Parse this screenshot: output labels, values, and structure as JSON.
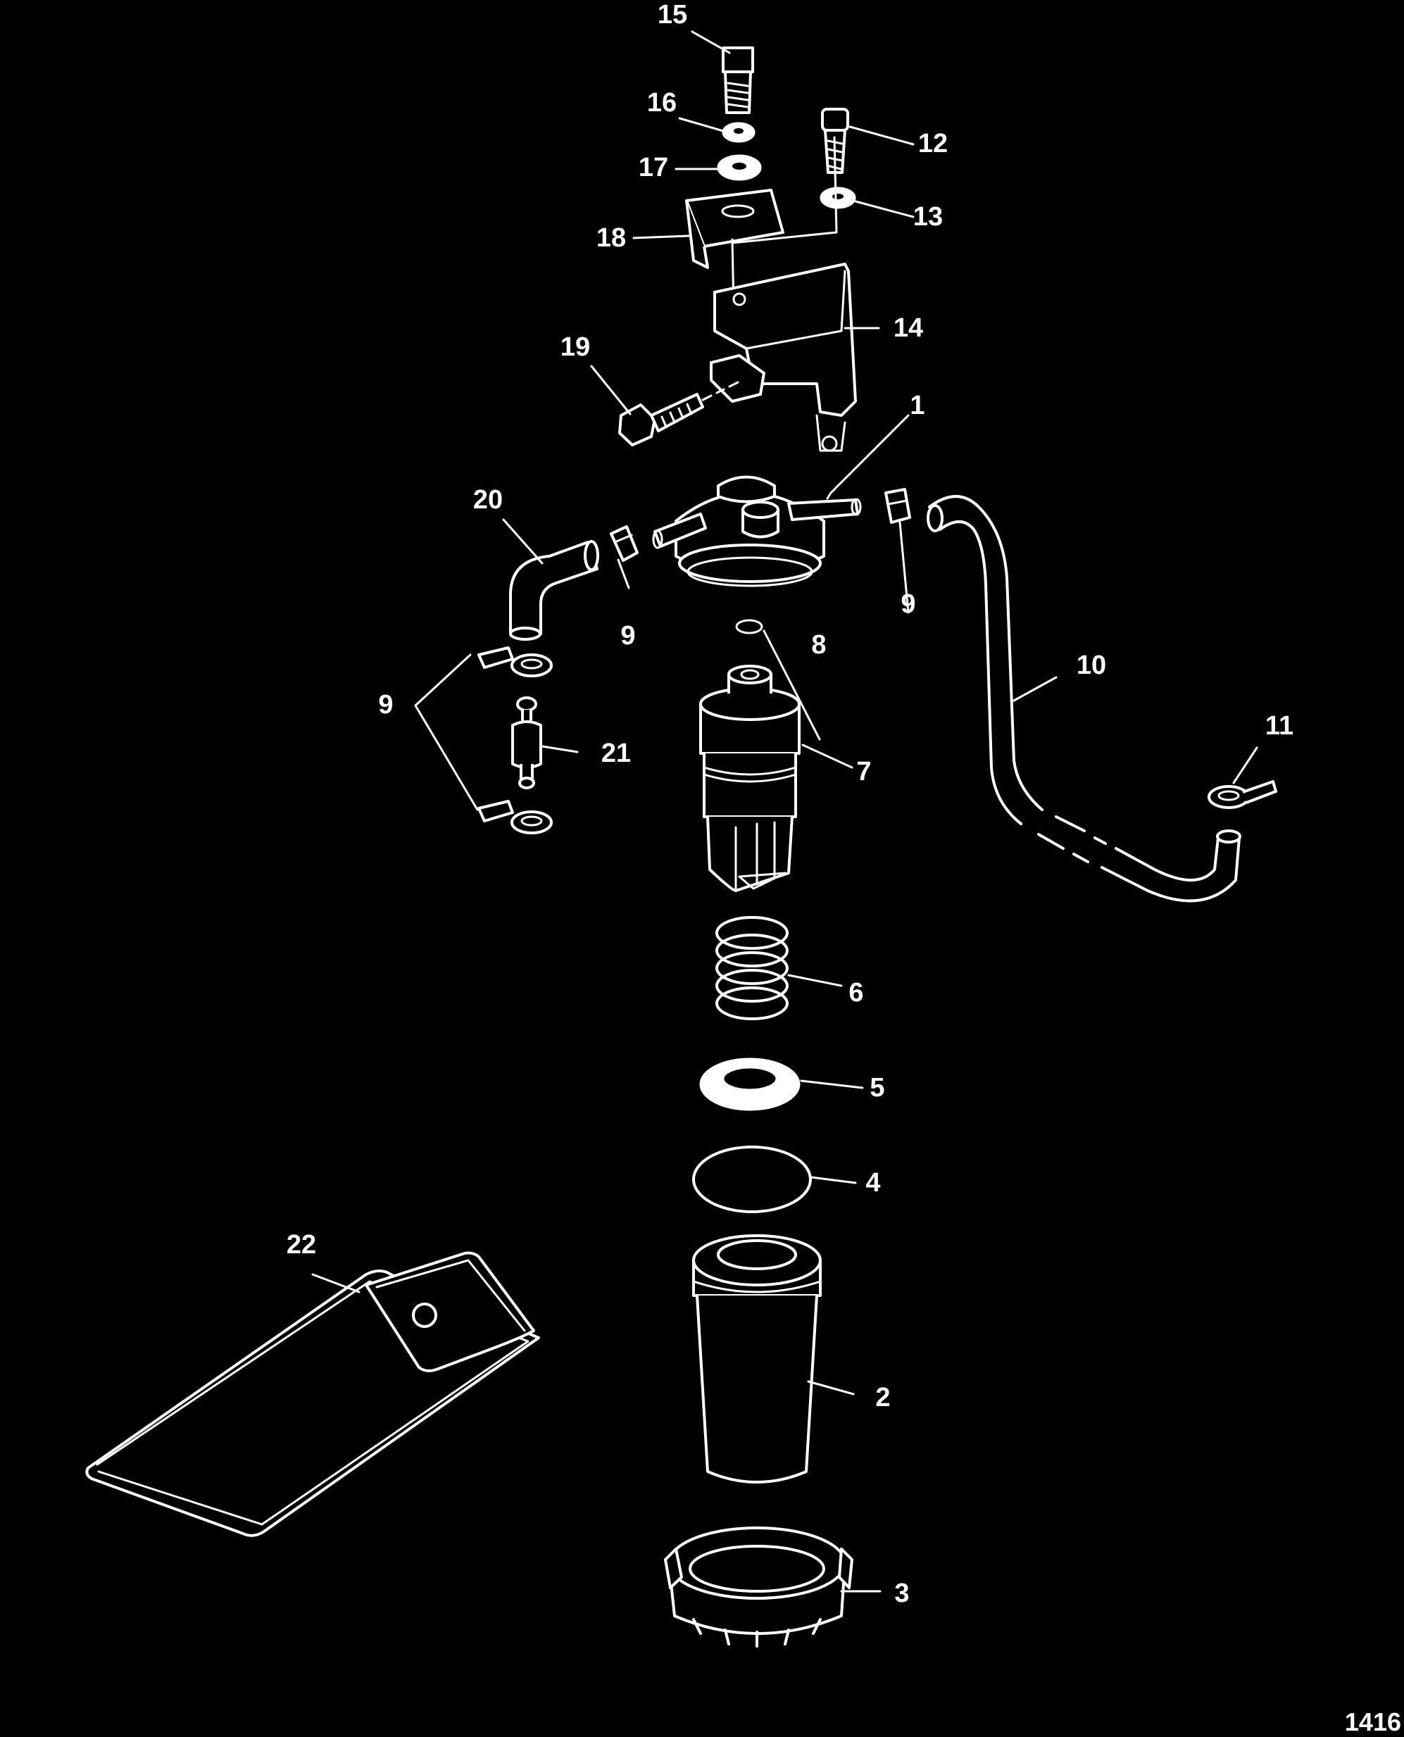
{
  "diagram": {
    "figure_id": "1416",
    "colors": {
      "background": "#000000",
      "line": "#ffffff"
    },
    "callouts": [
      {
        "id": "c15",
        "text": "15"
      },
      {
        "id": "c16",
        "text": "16"
      },
      {
        "id": "c17",
        "text": "17"
      },
      {
        "id": "c12",
        "text": "12"
      },
      {
        "id": "c13",
        "text": "13"
      },
      {
        "id": "c18",
        "text": "18"
      },
      {
        "id": "c14",
        "text": "14"
      },
      {
        "id": "c19",
        "text": "19"
      },
      {
        "id": "c1",
        "text": "1"
      },
      {
        "id": "c20",
        "text": "20"
      },
      {
        "id": "c9a",
        "text": "9"
      },
      {
        "id": "c9b",
        "text": "9"
      },
      {
        "id": "c8",
        "text": "8"
      },
      {
        "id": "c10",
        "text": "10"
      },
      {
        "id": "c9c",
        "text": "9"
      },
      {
        "id": "c21",
        "text": "21"
      },
      {
        "id": "c11",
        "text": "11"
      },
      {
        "id": "c7",
        "text": "7"
      },
      {
        "id": "c6",
        "text": "6"
      },
      {
        "id": "c5",
        "text": "5"
      },
      {
        "id": "c4",
        "text": "4"
      },
      {
        "id": "c22",
        "text": "22"
      },
      {
        "id": "c2",
        "text": "2"
      },
      {
        "id": "c3",
        "text": "3"
      }
    ]
  }
}
